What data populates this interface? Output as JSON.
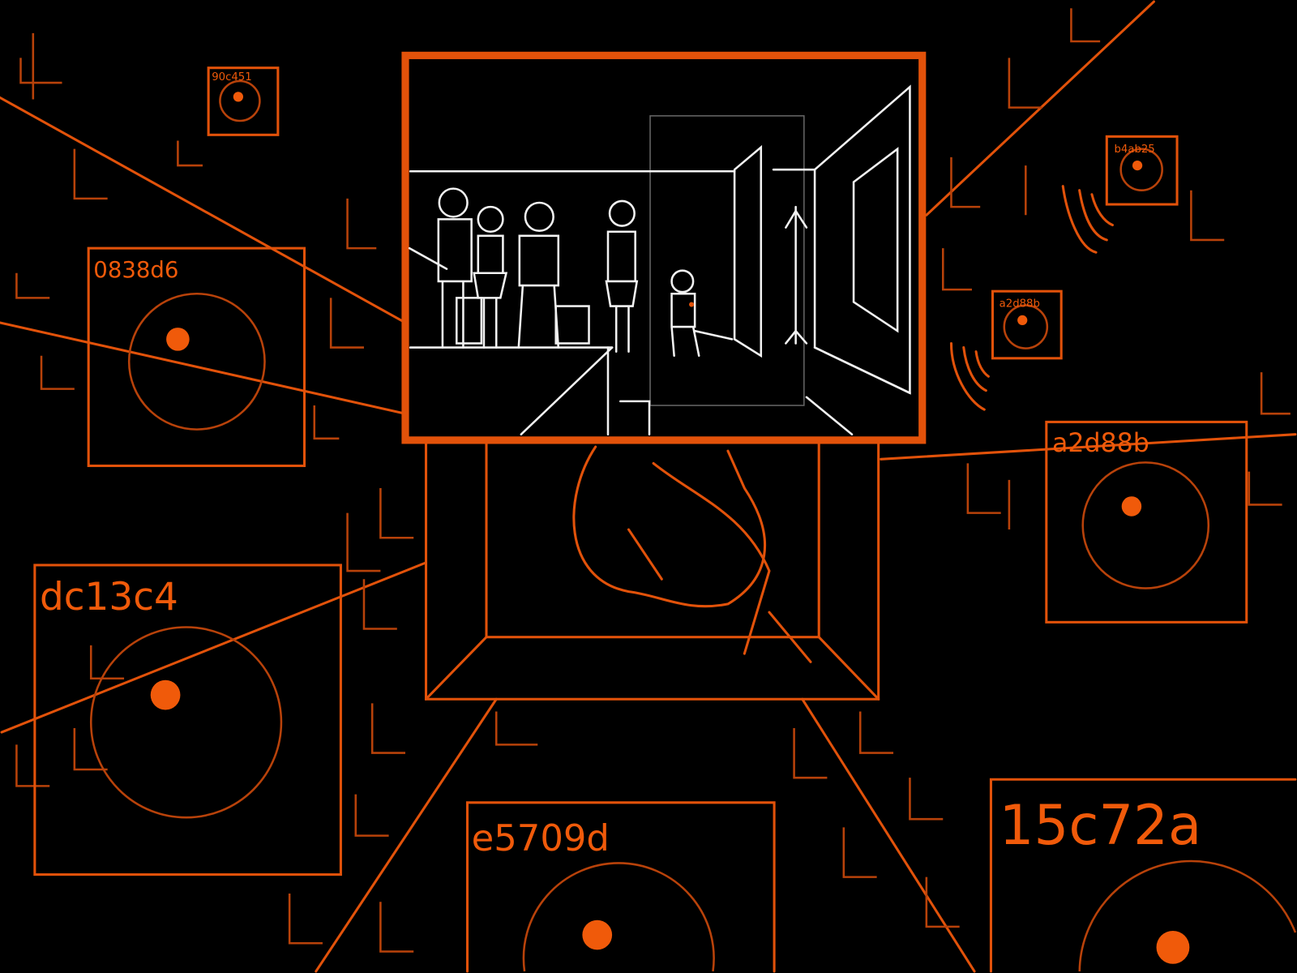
{
  "panels": [
    {
      "id": "90c451"
    },
    {
      "id": "0838d6"
    },
    {
      "id": "b4ab25"
    },
    {
      "id": "a2d88b"
    },
    {
      "id": "a2d88b"
    },
    {
      "id": "dc13c4"
    },
    {
      "id": "e5709d"
    },
    {
      "id": "15c72a"
    }
  ],
  "colors": {
    "accent": "#e2520a",
    "background": "#000000",
    "line_art": "#f2f2f2"
  }
}
